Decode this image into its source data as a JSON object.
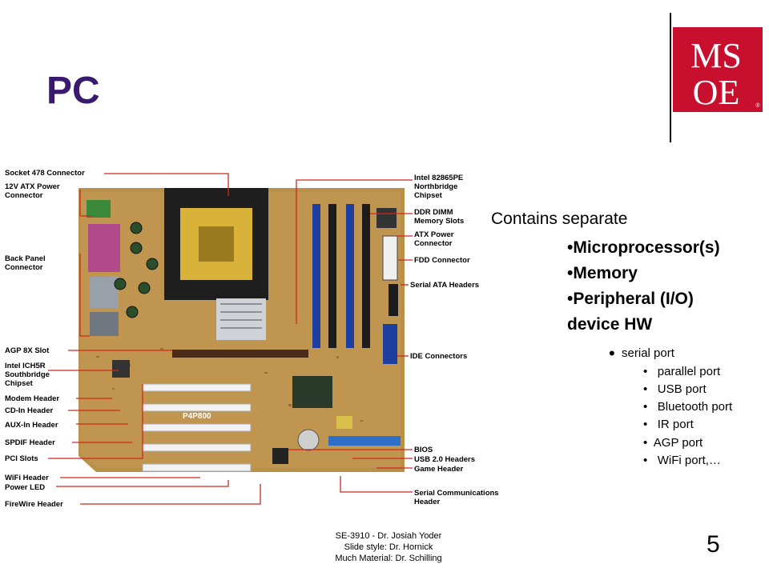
{
  "slide": {
    "title": "PC",
    "contains": "Contains separate",
    "bullets": [
      "•Microprocessor(s)",
      "•Memory",
      "•Peripheral (I/O)",
      "device HW"
    ],
    "sub_bullet": "serial port",
    "sub_sub_bullets": [
      "parallel port",
      "USB port",
      "Bluetooth port",
      "IR port",
      "AGP port",
      "WiFi port,…"
    ],
    "footer": [
      "SE-3910 - Dr. Josiah Yoder",
      "Slide style: Dr. Hornick",
      "Much Material: Dr. Schilling"
    ],
    "page_number": "5"
  },
  "logo": {
    "text_line1": "MS",
    "text_line2": "OE",
    "registered": "®",
    "color": "#c8102e"
  },
  "motherboard": {
    "left_labels": [
      "Socket 478 Connector",
      "12V ATX Power\nConnector",
      "Back Panel\nConnector",
      "AGP 8X Slot",
      "Intel ICH5R\nSouthbridge\nChipset",
      "Modem Header",
      "CD-In Header",
      "AUX-In Header",
      "SPDIF Header",
      "PCI Slots",
      "WiFi Header",
      "Power LED",
      "FireWire Header"
    ],
    "right_labels": [
      "Intel 82865PE\nNorthbridge\nChipset",
      "DDR DIMM\nMemory Slots",
      "ATX Power\nConnector",
      "FDD Connector",
      "Serial ATA Headers",
      "IDE Connectors",
      "BIOS",
      "USB 2.0 Headers",
      "Game Header",
      "Serial Communications\nHeader"
    ],
    "board_labels": [
      "P4P800"
    ],
    "leader_color": "#d0281e"
  }
}
